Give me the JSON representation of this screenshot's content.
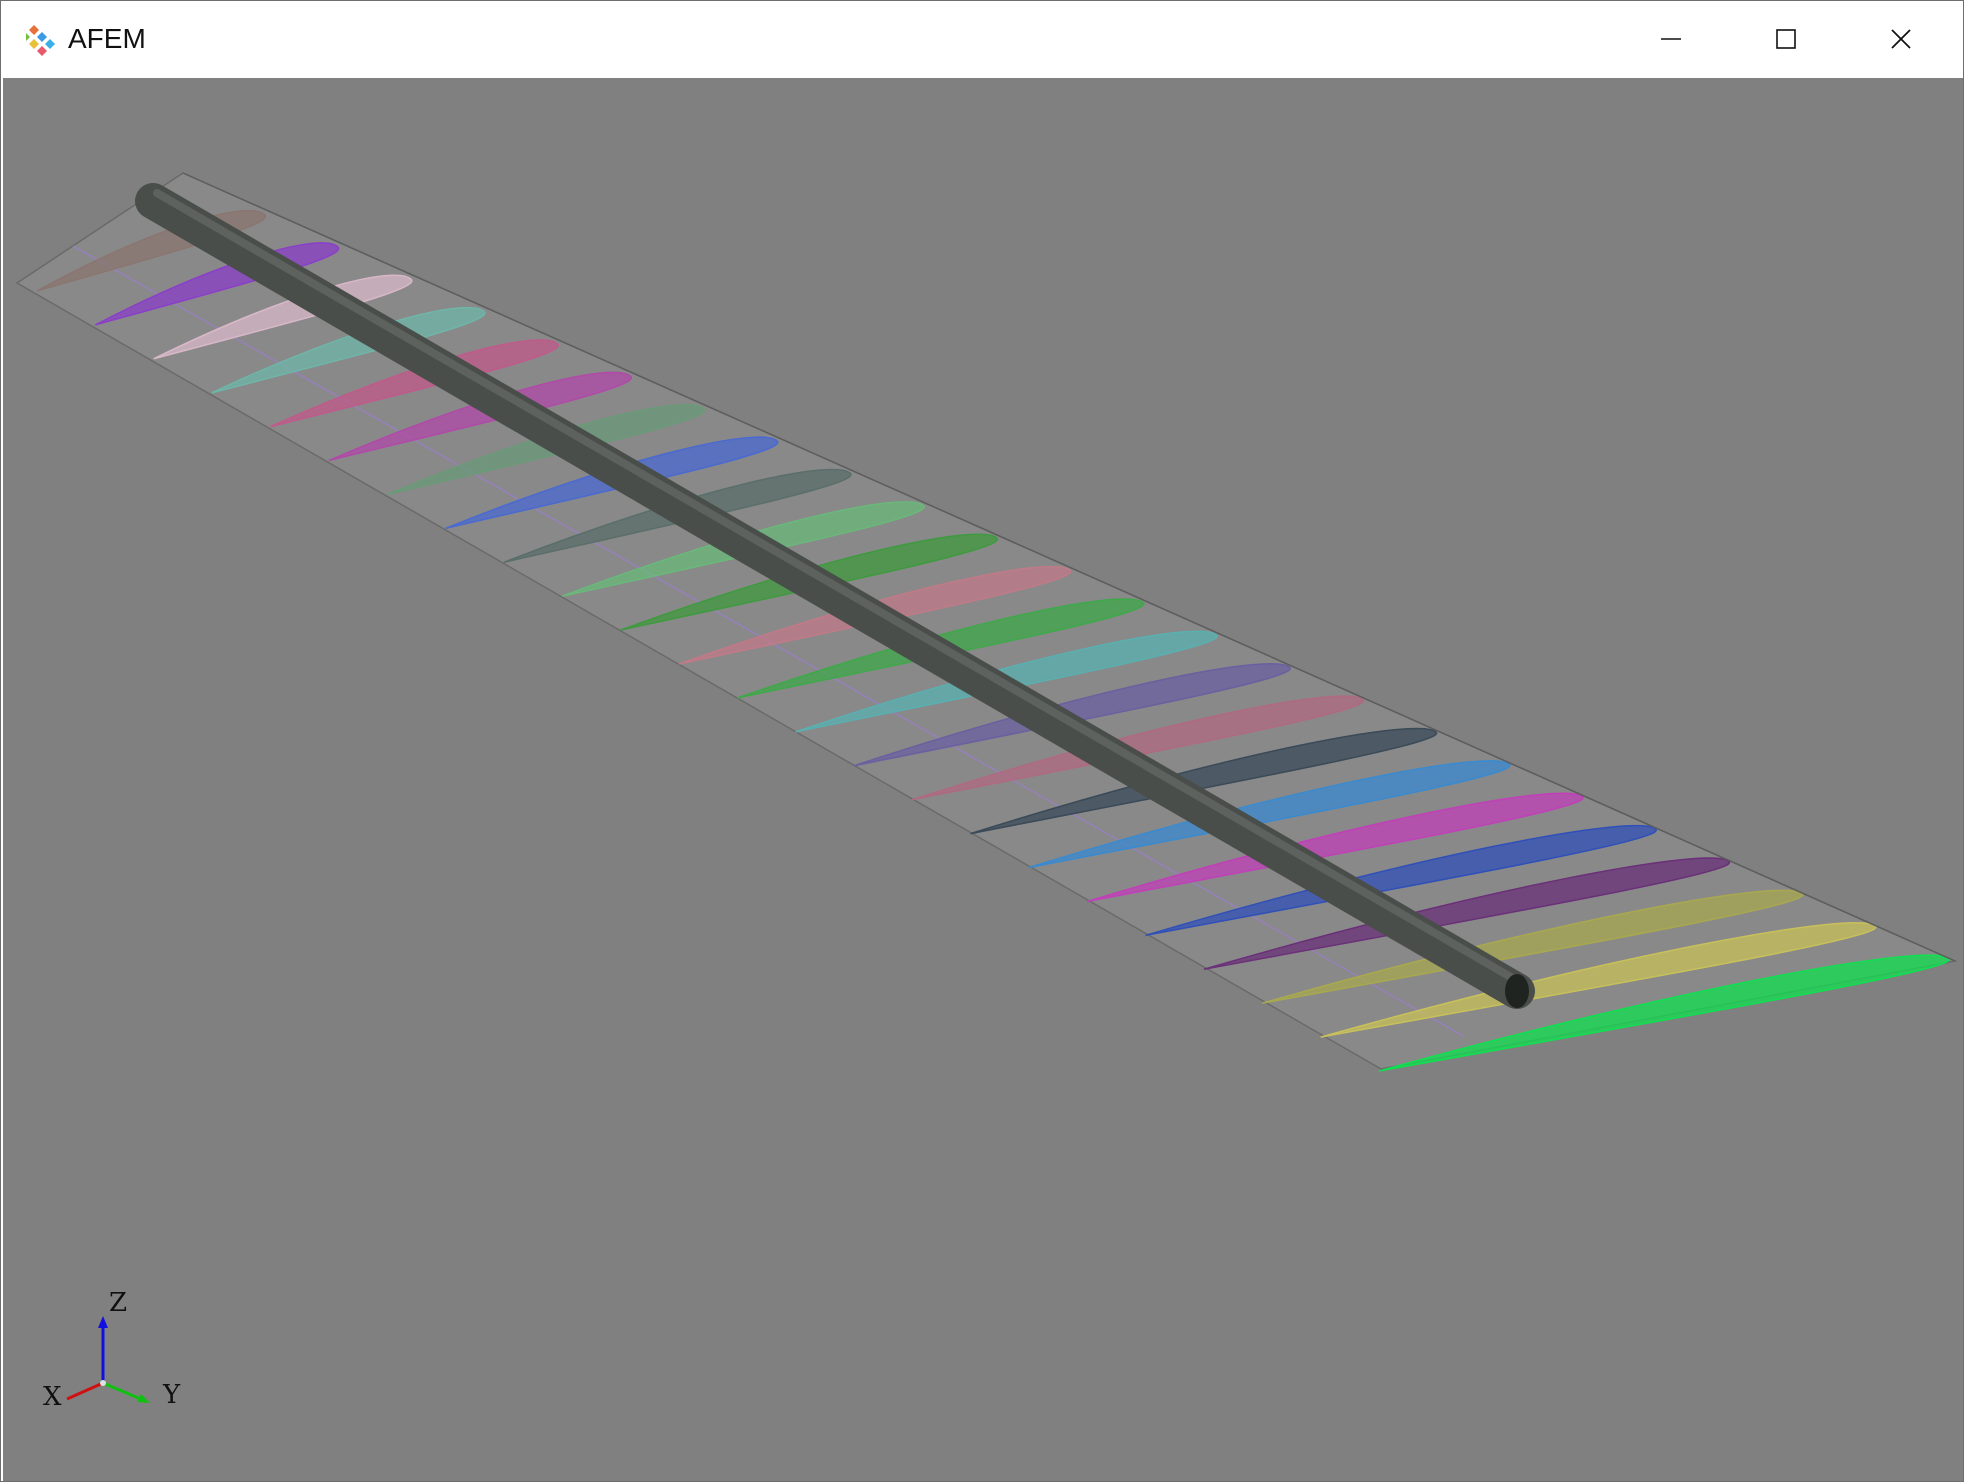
{
  "window": {
    "title": "AFEM",
    "controls": {
      "minimize": "minimize",
      "maximize": "maximize",
      "close": "close"
    }
  },
  "viewport": {
    "background": "#808080",
    "model": {
      "spar_color": "#4a4e4a",
      "skin_color": "#9a9a9a",
      "rib_colors": [
        "#8a7570",
        "#8a3fc8",
        "#d8b8c8",
        "#6fb5a8",
        "#c05a8a",
        "#b04aa8",
        "#6a9a78",
        "#4a6ad0",
        "#5a6e6a",
        "#6ab87a",
        "#3f9a3f",
        "#c07a88",
        "#3fa84a",
        "#5ab0b0",
        "#6a60a0",
        "#b06a80",
        "#3a4a58",
        "#3a8ad0",
        "#c040b8",
        "#3050b8",
        "#6a3078",
        "#a8a850",
        "#c8c05a",
        "#10e050"
      ]
    },
    "triad": {
      "x_label": "X",
      "y_label": "Y",
      "z_label": "Z"
    }
  }
}
